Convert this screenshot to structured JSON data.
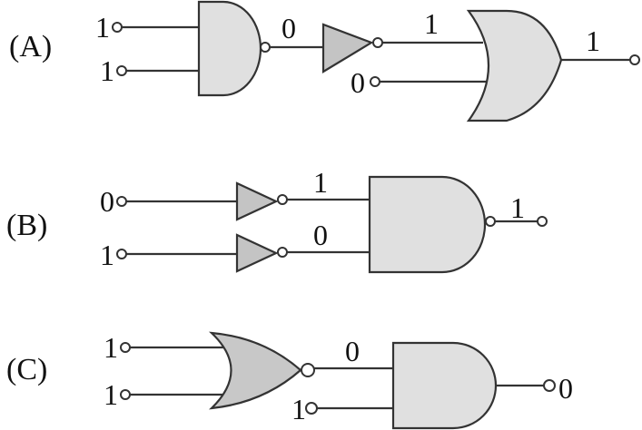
{
  "circuits": [
    {
      "label": "(A)",
      "inputs": [
        "1",
        "1"
      ],
      "nand_out": "0",
      "not_out": "1",
      "or_extra_input": "0",
      "output": "1"
    },
    {
      "label": "(B)",
      "inputs": [
        "0",
        "1"
      ],
      "not_outs": [
        "1",
        "0"
      ],
      "output": "1"
    },
    {
      "label": "(C)",
      "inputs": [
        "1",
        "1"
      ],
      "nor_out": "0",
      "and_extra_input": "1",
      "output": "0"
    }
  ],
  "colors": {
    "gate_fill": "#e0e0e0",
    "nor_fill": "#c8c8c8",
    "not_fill": "#c4c4c4",
    "line": "#333333"
  }
}
